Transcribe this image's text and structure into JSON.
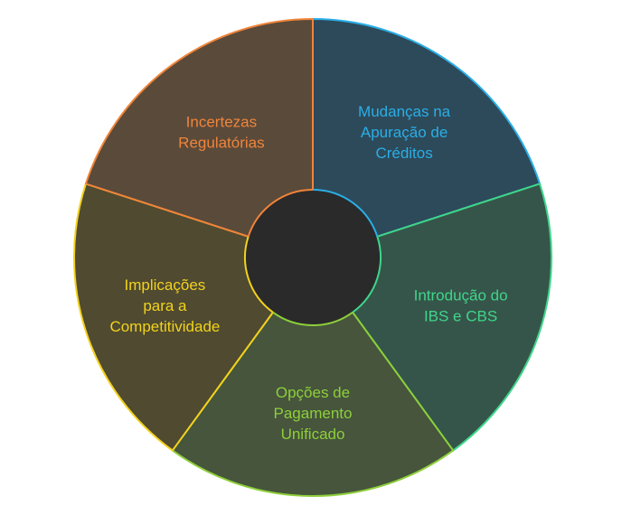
{
  "diagram": {
    "segments": [
      {
        "id": "mudancas",
        "lines": [
          "Mudanças na",
          "Apuração de",
          "Créditos"
        ],
        "fill": "#2d4a5a",
        "stroke": "#2aaee6",
        "text_color": "#2aaee6"
      },
      {
        "id": "introducao",
        "lines": [
          "Introdução do",
          "IBS e CBS"
        ],
        "fill": "#36554a",
        "stroke": "#3ed68a",
        "text_color": "#3ed68a"
      },
      {
        "id": "opcoes",
        "lines": [
          "Opções de",
          "Pagamento",
          "Unificado"
        ],
        "fill": "#46553c",
        "stroke": "#8ecf3a",
        "text_color": "#8ecf3a"
      },
      {
        "id": "implicacoes",
        "lines": [
          "Implicações",
          "para a",
          "Competitividade"
        ],
        "fill": "#4f4a30",
        "stroke": "#f2d21c",
        "text_color": "#f2d21c"
      },
      {
        "id": "incertezas",
        "lines": [
          "Incertezas",
          "Regulatórias"
        ],
        "fill": "#5a4a3a",
        "stroke": "#f0843a",
        "text_color": "#f0843a"
      }
    ],
    "center": {
      "fill": "#2a2a2a"
    }
  }
}
